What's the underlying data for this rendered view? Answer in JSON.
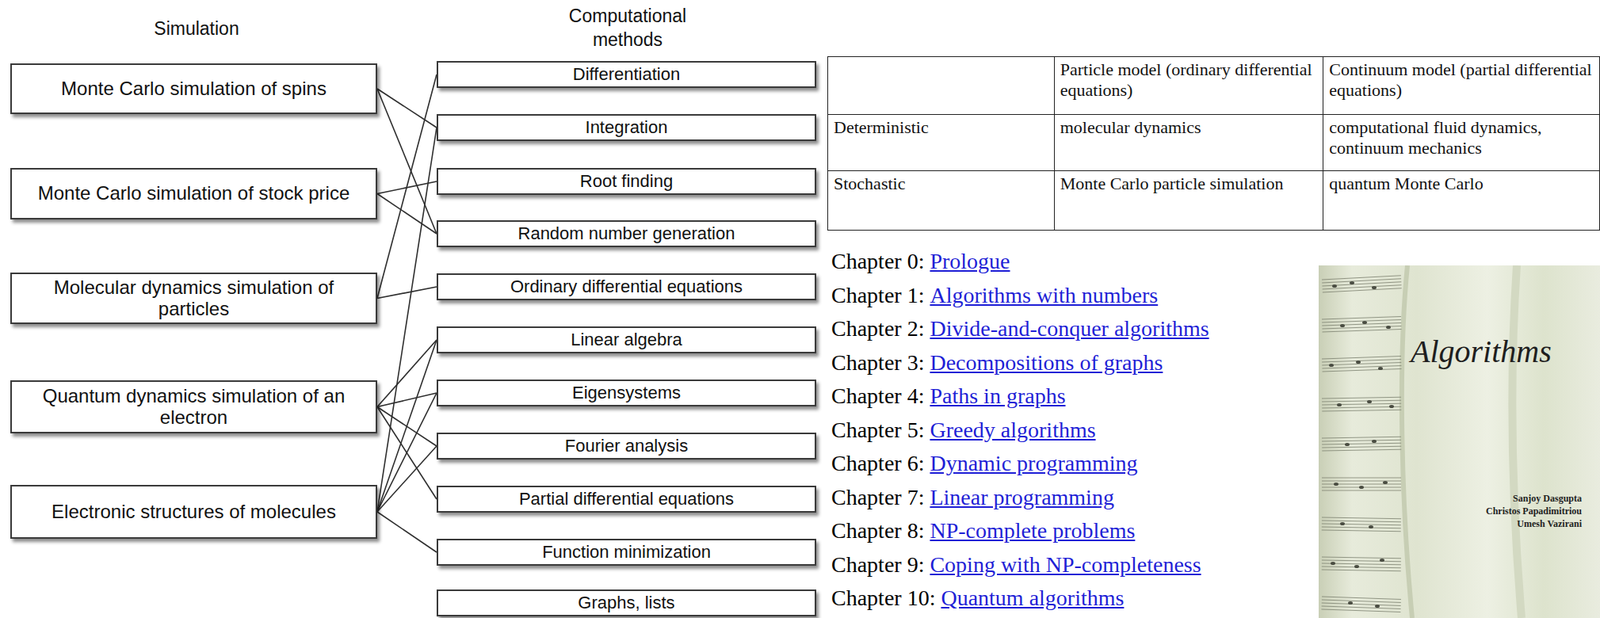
{
  "diagram": {
    "nodes": [
      {
        "text": [
          "Monte Carlo simulation of spins"
        ]
      },
      {
        "text": [
          "Monte Carlo simulation of stock price"
        ]
      },
      {
        "text": [
          "Molecular dynamics simulation of particles"
        ]
      },
      {
        "text": [
          "Quantum dynamics simulation of an electron"
        ]
      },
      {
        "text": [
          "Electronic structures of molecules"
        ]
      },
      {
        "text": [
          "Differentiation"
        ]
      },
      {
        "text": [
          "Integration"
        ]
      },
      {
        "text": [
          "Root finding"
        ]
      },
      {
        "text": [
          "Random number generation"
        ]
      },
      {
        "text": [
          "Ordinary differential equations"
        ]
      },
      {
        "text": [
          "Linear algebra"
        ]
      },
      {
        "text": [
          "Eigensystems"
        ]
      },
      {
        "text": [
          "Fourier analysis"
        ]
      },
      {
        "text": [
          "Partial differential equations"
        ]
      },
      {
        "text": [
          "Function minimization"
        ]
      },
      {
        "text": [
          "Graphs, lists"
        ]
      }
    ],
    "edges": [
      {
        "from": 0,
        "to": 6,
        "arrow": "none"
      },
      {
        "from": 0,
        "to": 8,
        "arrow": "none"
      },
      {
        "from": 1,
        "to": 7,
        "arrow": "none"
      },
      {
        "from": 1,
        "to": 8,
        "arrow": "none"
      },
      {
        "from": 2,
        "to": 5,
        "arrow": "none"
      },
      {
        "from": 2,
        "to": 9,
        "arrow": "none"
      },
      {
        "from": 3,
        "to": 10,
        "arrow": "none"
      },
      {
        "from": 3,
        "to": 11,
        "arrow": "none"
      },
      {
        "from": 3,
        "to": 12,
        "arrow": "none"
      },
      {
        "from": 3,
        "to": 13,
        "arrow": "none"
      },
      {
        "from": 4,
        "to": 6,
        "arrow": "none"
      },
      {
        "from": 4,
        "to": 10,
        "arrow": "none"
      },
      {
        "from": 4,
        "to": 11,
        "arrow": "none"
      },
      {
        "from": 4,
        "to": 12,
        "arrow": "none"
      },
      {
        "from": 4,
        "to": 14,
        "arrow": "none"
      }
    ],
    "labels": [
      "Simulation",
      "Computational methods",
      "Particle model (ordinary differential equations)",
      "Continuum model (partial differential equations)",
      "Deterministic",
      "molecular dynamics",
      "computational fluid dynamics, continuum mechanics",
      "Stochastic",
      "Monte Carlo particle simulation",
      "quantum Monte Carlo",
      "Chapter 0:",
      "Prologue",
      "Chapter 1:",
      "Algorithms with numbers",
      "Chapter 2:",
      "Divide-and-conquer algorithms",
      "Chapter 3:",
      "Decompositions of graphs",
      "Chapter 4:",
      "Paths in graphs",
      "Chapter 5:",
      "Greedy algorithms",
      "Chapter 6:",
      "Dynamic programming",
      "Chapter 7:",
      "Linear programming",
      "Chapter 8:",
      "NP-complete problems",
      "Chapter 9:",
      "Coping with NP-completeness",
      "Chapter 10:",
      "Quantum algorithms",
      "Algorithms",
      "Sanjoy Dasgupta",
      "Christos Papadimitriou",
      "Umesh Vazirani"
    ]
  }
}
